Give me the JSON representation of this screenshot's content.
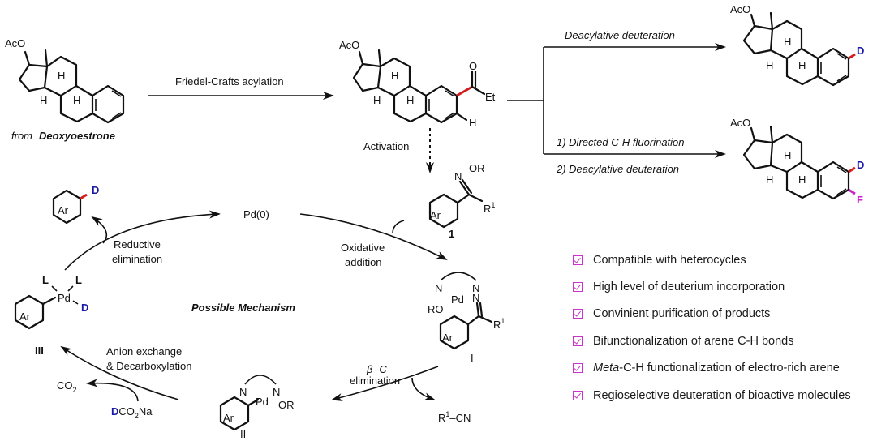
{
  "colors": {
    "deuterium": "#1a1aa6",
    "new_bond": "#d11f1f",
    "fluorine": "#cc22cc",
    "checkbox": "#cc33cc"
  },
  "top_scheme": {
    "starting_material": {
      "substituent": "AcO",
      "h_labels": [
        "H",
        "H",
        "H"
      ],
      "caption_prefix": "from",
      "caption_name": "Deoxyoestrone"
    },
    "step1_label": "Friedel-Crafts acylation",
    "acyl_product": {
      "substituent": "AcO",
      "carbonyl_o": "O",
      "acyl_group": "Et",
      "aryl_h": "H",
      "h_labels": [
        "H",
        "H",
        "H"
      ]
    },
    "activation_label": "Activation",
    "branch_a": {
      "label": "Deacylative deuteration",
      "product": {
        "substituent": "AcO",
        "label_d": "D",
        "h_labels": [
          "H",
          "H",
          "H"
        ]
      }
    },
    "branch_b": {
      "label_1": "1) Directed C-H fluorination",
      "label_2": "2) Deacylative deuteration",
      "product": {
        "substituent": "AcO",
        "label_d": "D",
        "label_f": "F",
        "h_labels": [
          "H",
          "H",
          "H"
        ]
      }
    }
  },
  "mechanism": {
    "title": "Possible Mechanism",
    "pd0": "Pd(0)",
    "substrate_1": {
      "ring": "Ar",
      "n": "N",
      "or": "OR",
      "r1": "R",
      "r1_sup": "1",
      "number": "1"
    },
    "oxidative_addition": [
      "Oxidative",
      "addition"
    ],
    "intermediate_I": {
      "n_left": "N",
      "n_right": "N",
      "pd": "Pd",
      "ro": "RO",
      "n_imine": "N",
      "ring": "Ar",
      "r1": "R",
      "r1_sup": "1",
      "label": "I"
    },
    "beta_c": [
      "β -C",
      "elimination"
    ],
    "byproduct": {
      "r": "R",
      "sup": "1",
      "rest": "–CN"
    },
    "intermediate_II": {
      "n_left": "N",
      "n_right": "N",
      "pd": "Pd",
      "or": "OR",
      "ring": "Ar",
      "label": "II"
    },
    "anion_exchange": [
      "Anion exchange",
      "& Decarboxylation"
    ],
    "co2": {
      "c": "CO",
      "sub": "2"
    },
    "dco2na": {
      "d": "D",
      "c": "CO",
      "sub": "2",
      "na": "Na"
    },
    "intermediate_III": {
      "l1": "L",
      "l2": "L",
      "pd": "Pd",
      "d": "D",
      "ring": "Ar",
      "label": "III"
    },
    "reductive_elimination": [
      "Reductive",
      "elimination"
    ],
    "product_ar_d": {
      "ring": "Ar",
      "d": "D"
    }
  },
  "features": [
    {
      "text": "Compatible with heterocycles"
    },
    {
      "text": "High level of deuterium incorporation"
    },
    {
      "text": "Convinient purification of products"
    },
    {
      "text": "Bifunctionalization of arene C-H bonds"
    },
    {
      "italic": "Meta",
      "text": "-C-H functionalization of electro-rich arene"
    },
    {
      "text": "Regioselective deuteration of bioactive molecules"
    }
  ]
}
